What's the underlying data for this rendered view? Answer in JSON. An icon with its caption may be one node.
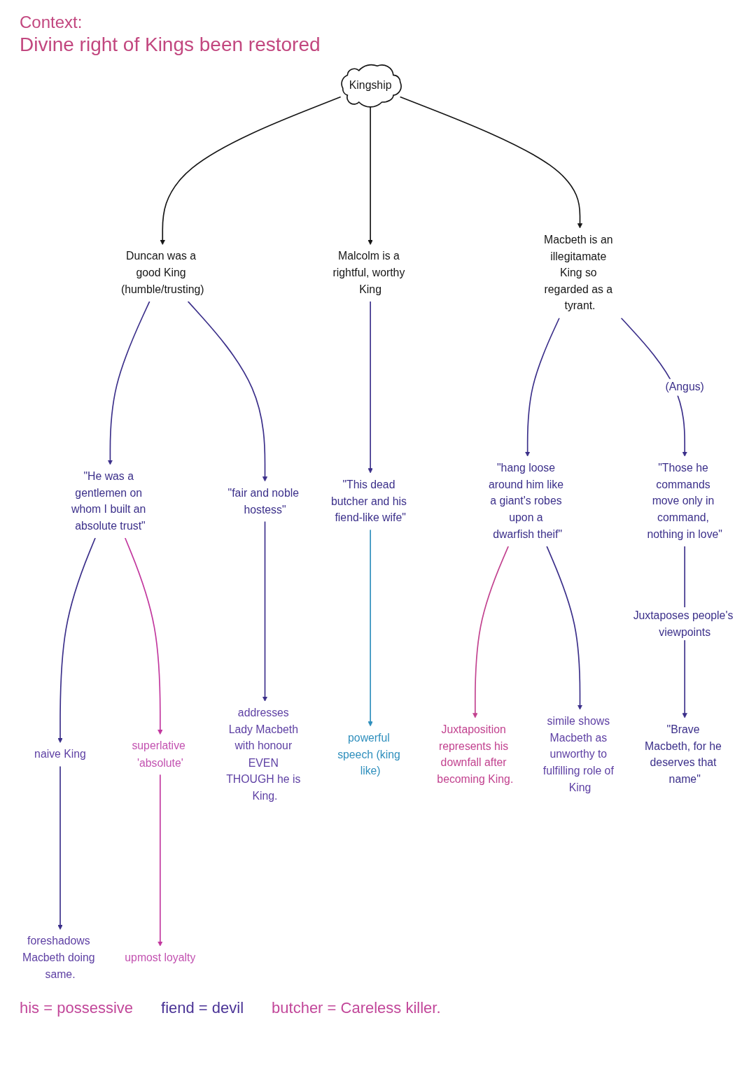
{
  "diagram": {
    "nodes": [
      {
        "text": [
          "naive King"
        ]
      },
      {
        "text": [
          "foreshadows Macbeth doing same."
        ]
      },
      {
        "text": [
          "\"He was a gentlemen on whom I built an absolute trust\""
        ]
      },
      {
        "text": [
          "superlative 'absolute'"
        ]
      },
      {
        "text": [
          "upmost loyalty"
        ]
      },
      {
        "text": [
          "Duncan was a good King (humble/trusting)"
        ]
      },
      {
        "text": [
          "Malcolm is a rightful, worthy King"
        ]
      },
      {
        "text": [
          "\"This dead butcher and his fiend-like wife\""
        ]
      },
      {
        "text": [
          "\"fair and noble hostess\""
        ]
      },
      {
        "text": [
          "Kingship"
        ]
      },
      {
        "text": [
          "addresses Lady Macbeth with honour EVEN THOUGH he is King."
        ]
      },
      {
        "text": [
          "powerful speech (king like)"
        ]
      },
      {
        "text": [
          "Macbeth is an illegitamate King so regarded as a tyrant."
        ]
      },
      {
        "text": [
          "\"hang loose around him like a giant's robes upon a dwarfish theif\""
        ]
      },
      {
        "text": [
          "\"Those he commands move only in command, nothing in love\""
        ]
      },
      {
        "text": [
          "Juxtaposition represents his downfall after becoming King."
        ]
      },
      {
        "text": [
          "simile shows Macbeth as unworthy to fulfilling role of King"
        ]
      },
      {
        "text": [
          "\"Brave Macbeth, for he deserves that name\""
        ]
      }
    ],
    "edges": [
      {
        "from": 9,
        "to": 5,
        "arrow": "to",
        "color": "#151515"
      },
      {
        "from": 5,
        "to": 2,
        "arrow": "to"
      },
      {
        "from": 2,
        "to": 0,
        "arrow": "to"
      },
      {
        "from": 0,
        "to": 1,
        "arrow": "to"
      },
      {
        "from": 2,
        "to": 3,
        "arrow": "to",
        "color": "#c2379e"
      },
      {
        "from": 3,
        "to": 4,
        "arrow": "to",
        "color": "#c2379e"
      },
      {
        "from": 5,
        "to": 8,
        "arrow": "to"
      },
      {
        "from": 8,
        "to": 10,
        "arrow": "to"
      },
      {
        "from": 9,
        "to": 6,
        "arrow": "to",
        "color": "#151515"
      },
      {
        "from": 6,
        "to": 7,
        "arrow": "to"
      },
      {
        "from": 7,
        "to": 11,
        "arrow": "to",
        "color": "#2f8fbd"
      },
      {
        "from": 9,
        "to": 12,
        "arrow": "to",
        "color": "#151515"
      },
      {
        "from": 12,
        "to": 13,
        "arrow": "to"
      },
      {
        "from": 13,
        "to": 15,
        "arrow": "to",
        "color": "#c2428f"
      },
      {
        "from": 13,
        "to": 16,
        "arrow": "to"
      },
      {
        "from": 12,
        "to": 14,
        "label": "(Angus)",
        "arrow": "to"
      },
      {
        "from": 14,
        "to": 17,
        "label": "Juxtaposes people's viewpoints",
        "arrow": "to"
      }
    ],
    "labels": [
      "Context:",
      "Divine right of Kings been restored",
      "his = possessive",
      "fiend = devil",
      "butcher = Careless killer."
    ]
  }
}
